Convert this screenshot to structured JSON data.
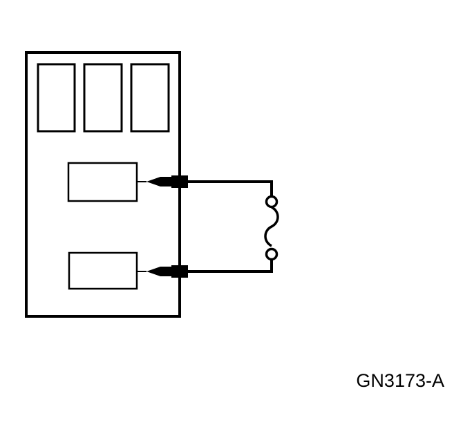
{
  "figure": {
    "reference_code": "GN3173-A"
  },
  "colors": {
    "line": "#000000",
    "background": "#ffffff"
  },
  "components": {
    "meter": "multimeter",
    "displays": [
      "display-window",
      "display-window",
      "display-window"
    ],
    "jacks": [
      "test-jack",
      "test-jack"
    ],
    "probes": [
      "test-lead-plug",
      "test-lead-plug"
    ],
    "device_under_test": "fuse"
  }
}
